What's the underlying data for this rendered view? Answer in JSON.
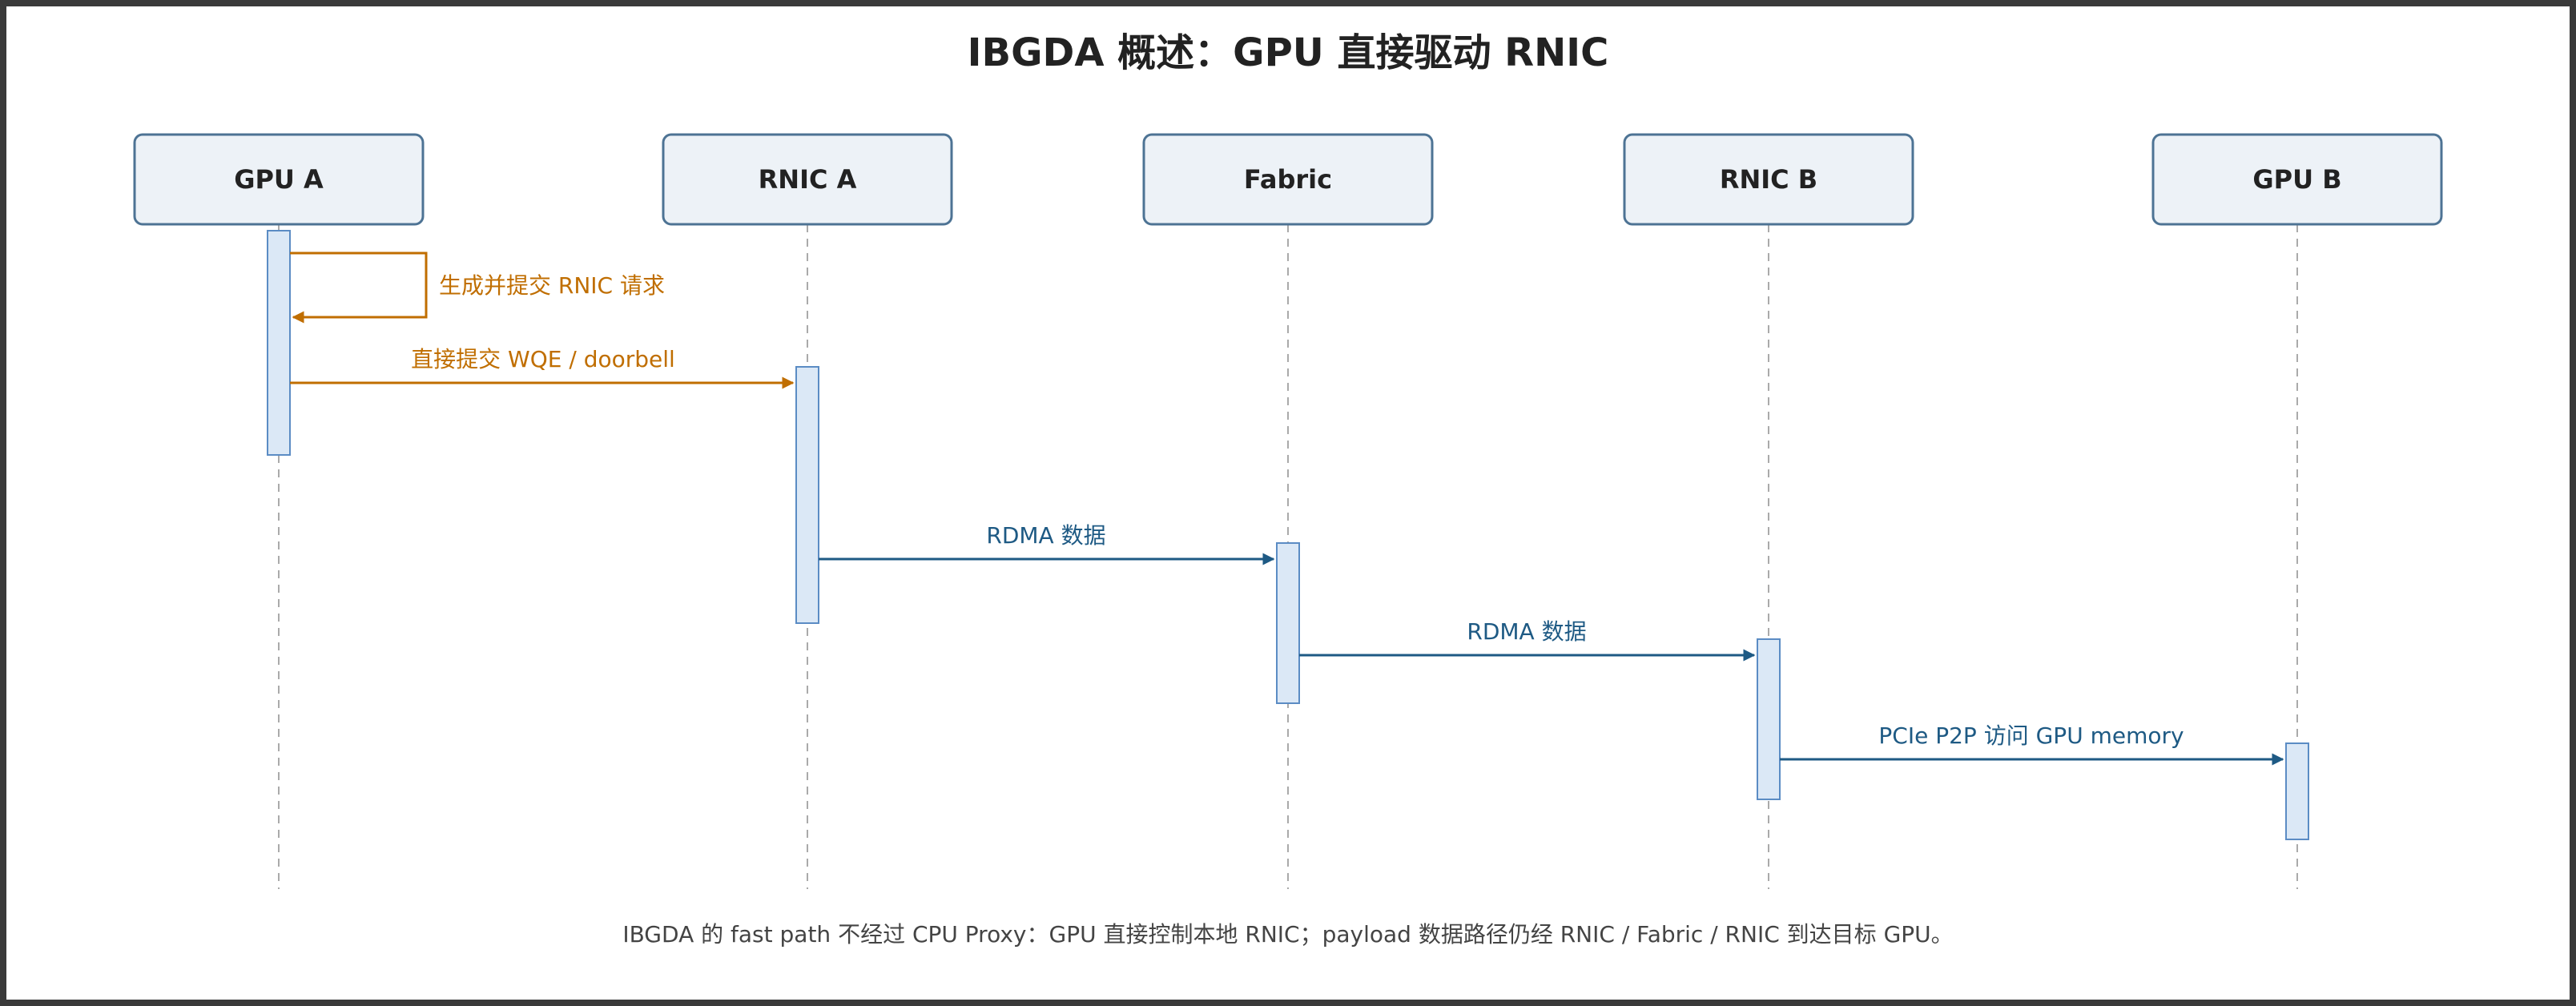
{
  "title": "IBGDA 概述：GPU 直接驱动 RNIC",
  "participants": [
    {
      "id": "gpuA",
      "label": "GPU A"
    },
    {
      "id": "rnicA",
      "label": "RNIC A"
    },
    {
      "id": "fabric",
      "label": "Fabric"
    },
    {
      "id": "rnicB",
      "label": "RNIC B"
    },
    {
      "id": "gpuB",
      "label": "GPU B"
    }
  ],
  "messages": [
    {
      "from": "gpuA",
      "to": "gpuA",
      "label": "生成并提交 RNIC 请求",
      "color": "#c06e00"
    },
    {
      "from": "gpuA",
      "to": "rnicA",
      "label": "直接提交 WQE / doorbell",
      "color": "#c06e00"
    },
    {
      "from": "rnicA",
      "to": "fabric",
      "label": "RDMA 数据",
      "color": "#1e5a84"
    },
    {
      "from": "fabric",
      "to": "rnicB",
      "label": "RDMA 数据",
      "color": "#1e5a84"
    },
    {
      "from": "rnicB",
      "to": "gpuB",
      "label": "PCIe P2P 访问 GPU memory",
      "color": "#1e5a84"
    }
  ],
  "footnote": "IBGDA 的 fast path 不经过 CPU Proxy：GPU 直接控制本地 RNIC；payload 数据路径仍经 RNIC / Fabric / RNIC 到达目标 GPU。",
  "colors": {
    "box_fill": "#edf2f7",
    "box_stroke": "#4d7394",
    "activation_fill": "#dbe8f6",
    "activation_stroke": "#5b8cc4",
    "lifeline": "#aaaaaa",
    "orange": "#c06e00",
    "blue": "#1e5a84"
  }
}
